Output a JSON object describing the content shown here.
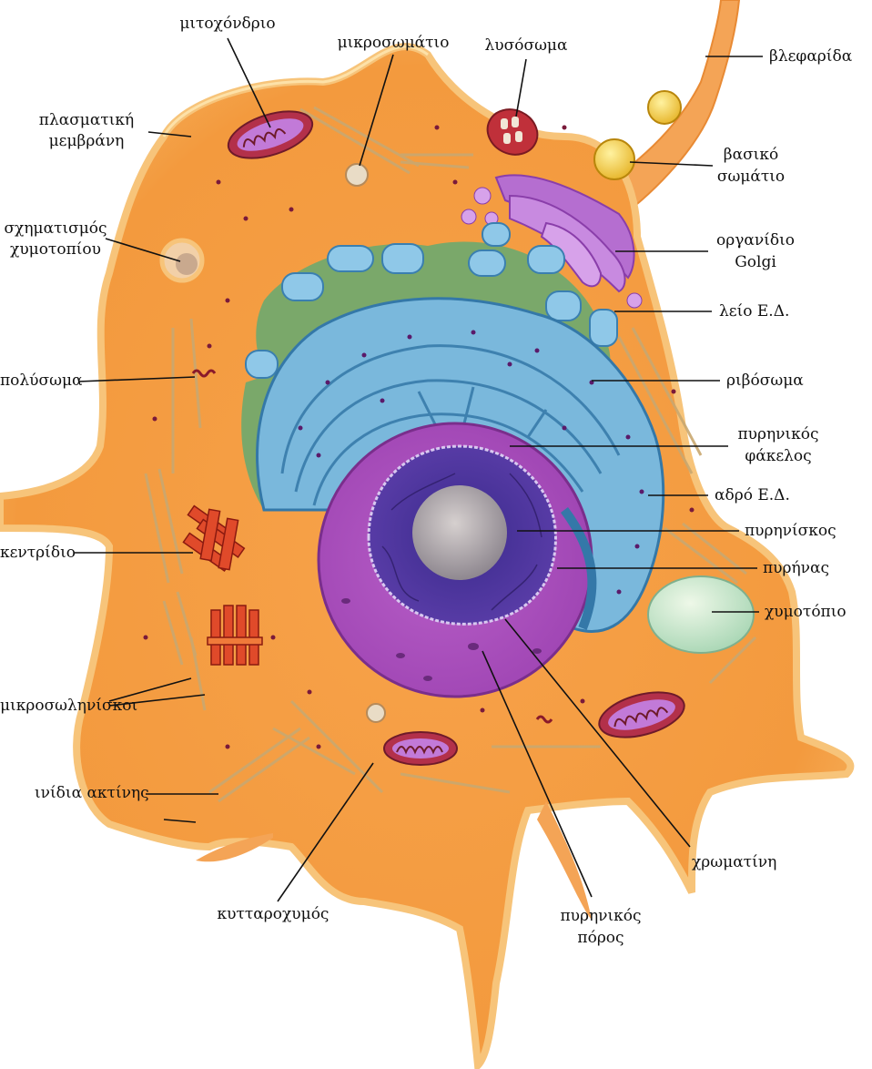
{
  "diagram": {
    "labels": {
      "mitochondrion": "μιτοχόνδριο",
      "microbody": "μικροσωμάτιο",
      "lysosome": "λυσόσωμα",
      "cilium": "βλεφαρίδα",
      "plasma_membrane_1": "πλασματική",
      "plasma_membrane_2": "μεμβράνη",
      "basal_body_1": "βασικό",
      "basal_body_2": "σωμάτιο",
      "vacuole_formation_1": "σχηματισμός",
      "vacuole_formation_2": "χυμοτοπίου",
      "golgi_1": "οργανίδιο",
      "golgi_2": "Golgi",
      "smooth_er": "λείο Ε.Δ.",
      "polysome": "πολύσωμα",
      "ribosome": "ριβόσωμα",
      "nuclear_envelope_1": "πυρηνικός",
      "nuclear_envelope_2": "φάκελος",
      "rough_er": "αδρό Ε.Δ.",
      "centriole": "κεντρίδιο",
      "nucleolus": "πυρηνίσκος",
      "nucleus": "πυρήνας",
      "vacuole": "χυμοτόπιο",
      "microtubules": "μικροσωληνίσκοι",
      "actin_filaments": "ινίδια ακτίνης",
      "chromatin": "χρωματίνη",
      "cytoplasm": "κυτταροχυμός",
      "nuclear_pore_1": "πυρηνικός",
      "nuclear_pore_2": "πόρος"
    }
  }
}
